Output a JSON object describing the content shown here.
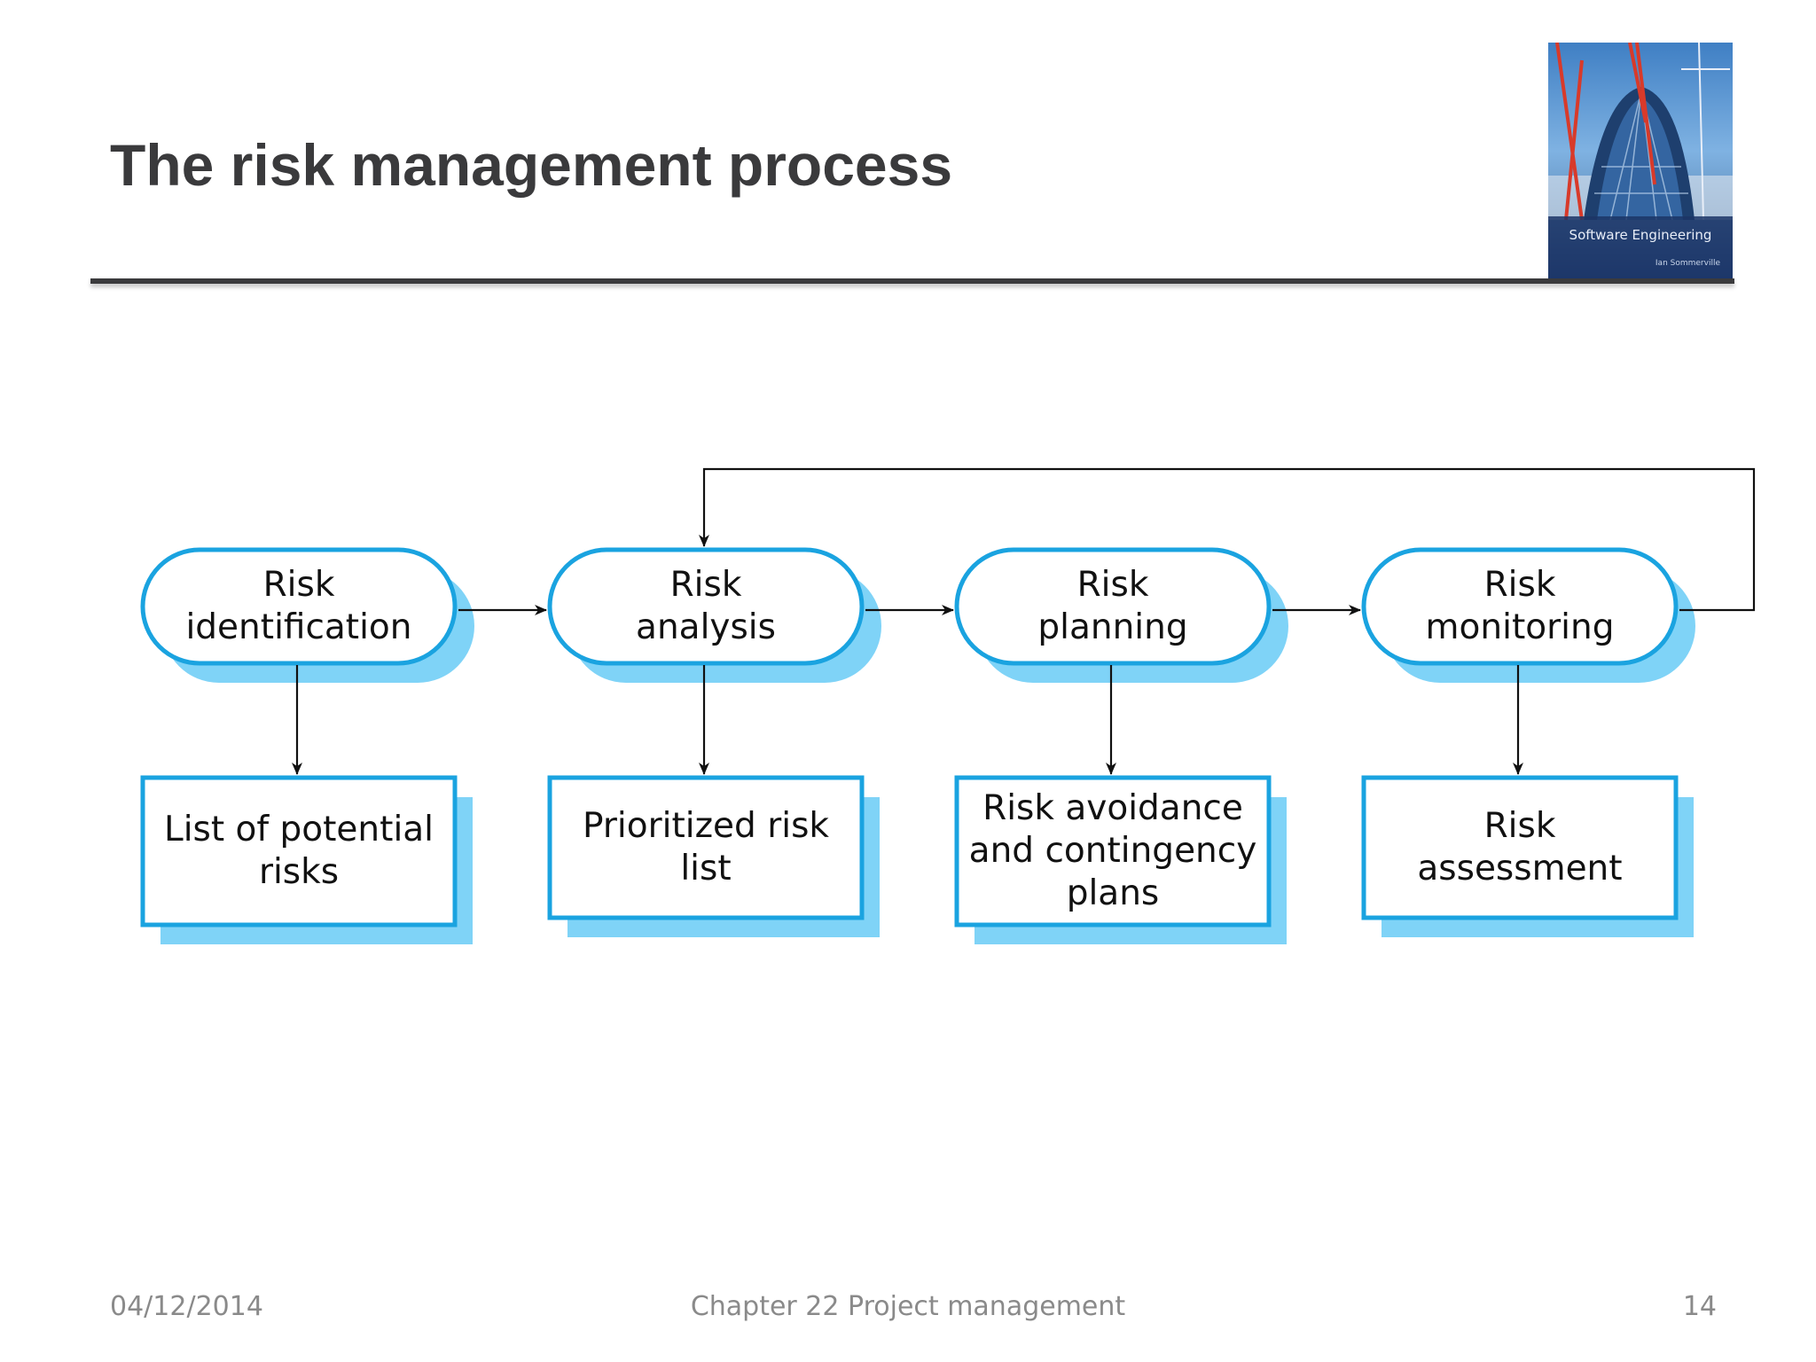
{
  "slide": {
    "title": "The risk management process"
  },
  "cover": {
    "book_title": "Software Engineering",
    "author": "Ian Sommerville"
  },
  "diagram": {
    "processes": [
      {
        "label": "Risk\nidentification"
      },
      {
        "label": "Risk\nanalysis"
      },
      {
        "label": "Risk\nplanning"
      },
      {
        "label": "Risk\nmonitoring"
      }
    ],
    "outputs": [
      {
        "label": "List of potential\nrisks"
      },
      {
        "label": "Prioritized risk\nlist"
      },
      {
        "label": "Risk avoidance\nand contingency\nplans"
      },
      {
        "label": "Risk\nassessment"
      }
    ],
    "colors": {
      "border": "#1aa3e0",
      "shadow": "#7fd3f7",
      "fill": "#ffffff",
      "arrow": "#111111"
    }
  },
  "footer": {
    "date": "04/12/2014",
    "chapter": "Chapter 22 Project management",
    "page": "14"
  }
}
